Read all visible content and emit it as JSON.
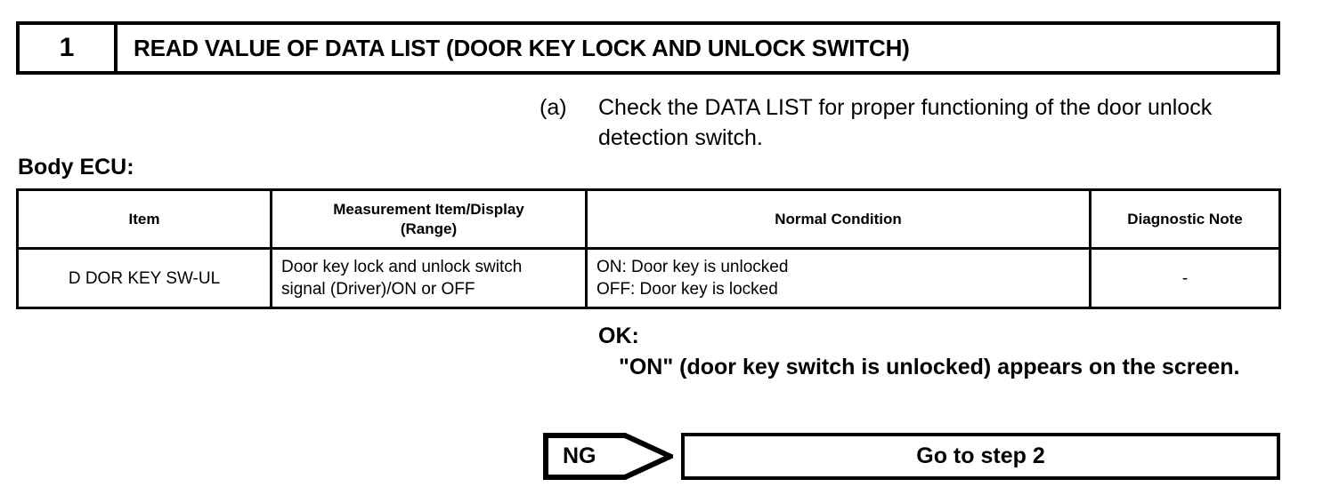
{
  "step": {
    "number": "1",
    "title": "READ VALUE OF DATA LIST (DOOR KEY LOCK AND UNLOCK SWITCH)"
  },
  "instruction": {
    "label": "(a)",
    "text": "Check the DATA LIST for proper functioning of the door unlock detection switch."
  },
  "section": {
    "label": "Body ECU:"
  },
  "table": {
    "headers": [
      "Item",
      "Measurement Item/Display\n(Range)",
      "Normal Condition",
      "Diagnostic Note"
    ],
    "header_measure_line1": "Measurement Item/Display",
    "header_measure_line2": "(Range)",
    "rows": [
      {
        "item": "D DOR KEY SW-UL",
        "measurement_line1": "Door key lock and unlock switch",
        "measurement_line2": "signal (Driver)/ON or OFF",
        "normal_line1": "ON: Door key is unlocked",
        "normal_line2": "OFF: Door key is locked",
        "note": "-"
      }
    ]
  },
  "result": {
    "ok_label": "OK:",
    "ok_text": "\"ON\" (door key switch is unlocked) appears on the screen."
  },
  "flow": {
    "ng_label": "NG",
    "goto_label": "Go to step 2"
  }
}
